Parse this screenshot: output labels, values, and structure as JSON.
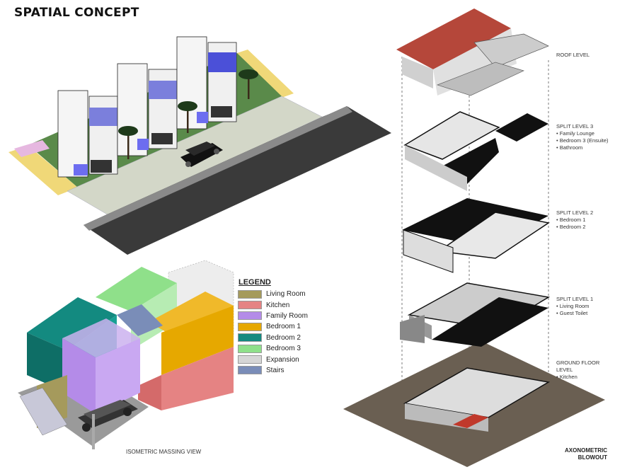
{
  "title": "SPATIAL CONCEPT",
  "levels": [
    {
      "name": "ROOF LEVEL",
      "items": []
    },
    {
      "name": "SPLIT LEVEL 3",
      "items": [
        "Family Lounge",
        "Bedroom 3 (Ensuite)",
        "Bathroom"
      ]
    },
    {
      "name": "SPLIT LEVEL 2",
      "items": [
        "Bedroom 1",
        "Bedroom 2"
      ]
    },
    {
      "name": "SPLIT LEVEL 1",
      "items": [
        "Living Room",
        "Guest Toilet"
      ]
    },
    {
      "name": "GROUND FLOOR LEVEL",
      "items": [
        "Kitchen"
      ]
    }
  ],
  "legend": {
    "title": "LEGEND",
    "entries": [
      {
        "label": "Living Room",
        "color": "#a59a5c"
      },
      {
        "label": "Kitchen",
        "color": "#e58383"
      },
      {
        "label": "Family Room",
        "color": "#b48be8"
      },
      {
        "label": "Bedroom 1",
        "color": "#e6a800"
      },
      {
        "label": "Bedroom 2",
        "color": "#138a80"
      },
      {
        "label": "Bedroom 3",
        "color": "#8fe08a"
      },
      {
        "label": "Expansion",
        "color": "#d6d6d6"
      },
      {
        "label": "Stairs",
        "color": "#7a8db8"
      }
    ]
  },
  "captions": {
    "massing": "ISOMETRIC MASSING VIEW",
    "axo_line1": "AXONOMETRIC",
    "axo_line2": "BLOWOUT"
  }
}
